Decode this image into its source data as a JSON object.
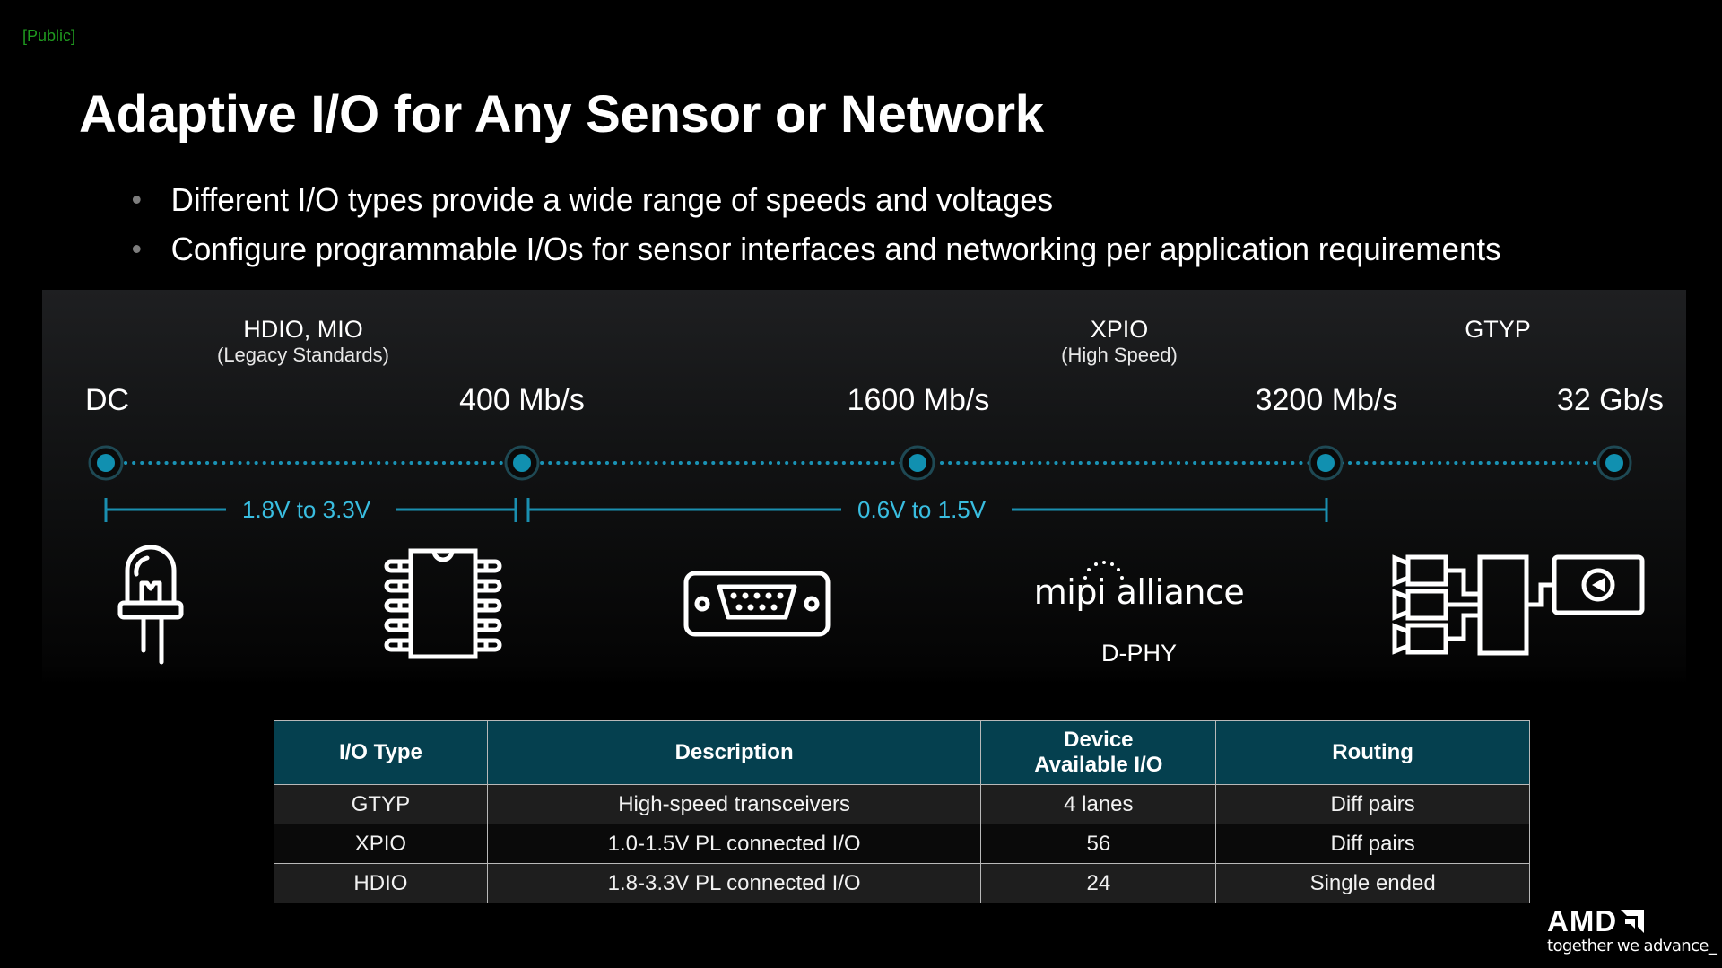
{
  "classification_label": "[Public]",
  "title": "Adaptive I/O for Any Sensor or Network",
  "bullets": [
    "Different I/O types provide a wide range of speeds and voltages",
    "Configure programmable I/Os for sensor interfaces and networking per application requirements"
  ],
  "timeline": {
    "categories": [
      {
        "name": "HDIO, MIO",
        "sub": "(Legacy Standards)"
      },
      {
        "name": "XPIO",
        "sub": "(High Speed)"
      },
      {
        "name": "GTYP",
        "sub": ""
      }
    ],
    "speeds": [
      "DC",
      "400 Mb/s",
      "1600 Mb/s",
      "3200 Mb/s",
      "32 Gb/s"
    ],
    "voltage_ranges": [
      "1.8V to 3.3V",
      "0.6V to 1.5V"
    ],
    "accent_color": "#1a93b5",
    "voltage_text_color": "#39bde0"
  },
  "icons": [
    {
      "name": "led-icon"
    },
    {
      "name": "ic-chip-icon"
    },
    {
      "name": "db9-serial-connector-icon"
    },
    {
      "name": "mipi-alliance-logo",
      "text": "mipi alliance",
      "caption": "D-PHY"
    },
    {
      "name": "multi-camera-network-icon"
    }
  ],
  "table": {
    "headers": [
      "I/O Type",
      "Description",
      "Device\nAvailable I/O",
      "Routing"
    ],
    "header_line1": "Device",
    "header_line2": "Available I/O",
    "rows": [
      [
        "GTYP",
        "High-speed transceivers",
        "4 lanes",
        "Diff pairs"
      ],
      [
        "XPIO",
        "1.0-1.5V PL connected I/O",
        "56",
        "Diff pairs"
      ],
      [
        "HDIO",
        "1.8-3.3V PL connected I/O",
        "24",
        "Single ended"
      ]
    ],
    "header_bg": "#05404f"
  },
  "branding": {
    "logo": "AMD",
    "tagline": "together we advance_"
  }
}
